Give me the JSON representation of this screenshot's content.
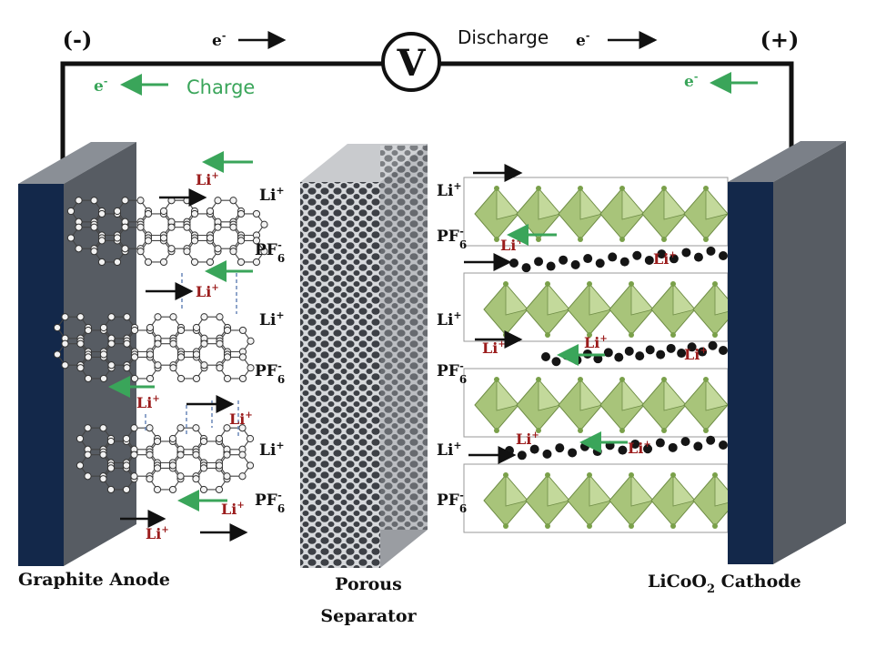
{
  "terminals": {
    "negative": "(-)",
    "positive": "(+)"
  },
  "voltmeter": {
    "symbol": "V"
  },
  "flow": {
    "discharge": "Discharge",
    "charge": "Charge",
    "electron_base": "e",
    "electron_sup": "-"
  },
  "ions": {
    "li_base": "Li",
    "li_sup": "+",
    "pf_base": "PF",
    "pf_sub": "6",
    "pf_sup": "-"
  },
  "labels": {
    "anode": "Graphite Anode",
    "separator_line1": "Porous",
    "separator_line2": "Separator",
    "cathode_pre": "LiCoO",
    "cathode_sub": "2",
    "cathode_post": " Cathode"
  },
  "colors": {
    "electrode_front": "#13284a",
    "electrode_side": "#575c63",
    "electrode_top": "#7b8088",
    "oxide_green": "#a8c47a",
    "ion_red": "#9b1c1c",
    "charge_green": "#3aa55a",
    "wire": "#111111"
  }
}
